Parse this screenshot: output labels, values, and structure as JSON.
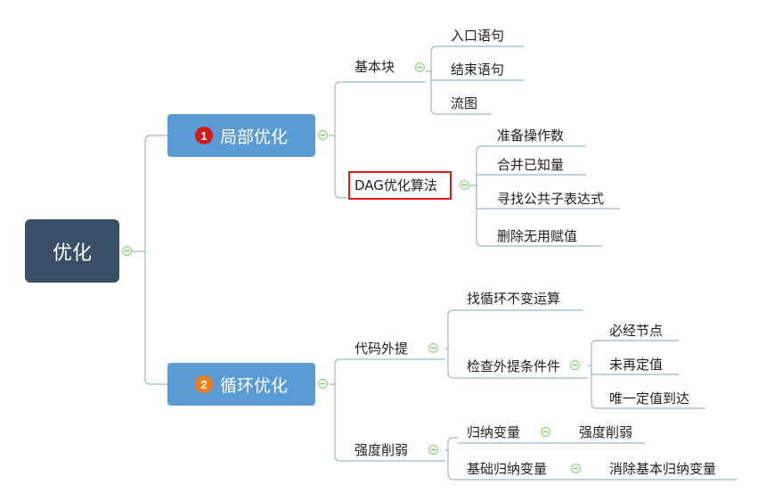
{
  "root": {
    "label": "优化"
  },
  "branches": [
    {
      "badge": "1",
      "label": "局部优化",
      "children": [
        {
          "label": "基本块",
          "children": [
            "入口语句",
            "结束语句",
            "流图"
          ]
        },
        {
          "label": "DAG优化算法",
          "highlighted": true,
          "children": [
            "准备操作数",
            "合并已知量",
            "寻找公共子表达式",
            "删除无用赋值"
          ]
        }
      ]
    },
    {
      "badge": "2",
      "label": "循环优化",
      "children": [
        {
          "label": "代码外提",
          "children": [
            "找循环不变运算",
            "检查外提条件件"
          ],
          "grandchildren": [
            "必经节点",
            "未再定值",
            "唯一定值到达"
          ]
        },
        {
          "label": "强度削弱",
          "children": [
            "归纳变量",
            "基础归纳变量"
          ],
          "grandchildren": [
            "强度削弱",
            "消除基本归纳变量"
          ]
        }
      ]
    }
  ],
  "colors": {
    "root": "#3a4f66",
    "main": "#5b9bd5",
    "badge1": "#d21a1a",
    "badge2": "#f07d1a",
    "highlight": "#e01818",
    "line": "#9fb6c4"
  }
}
